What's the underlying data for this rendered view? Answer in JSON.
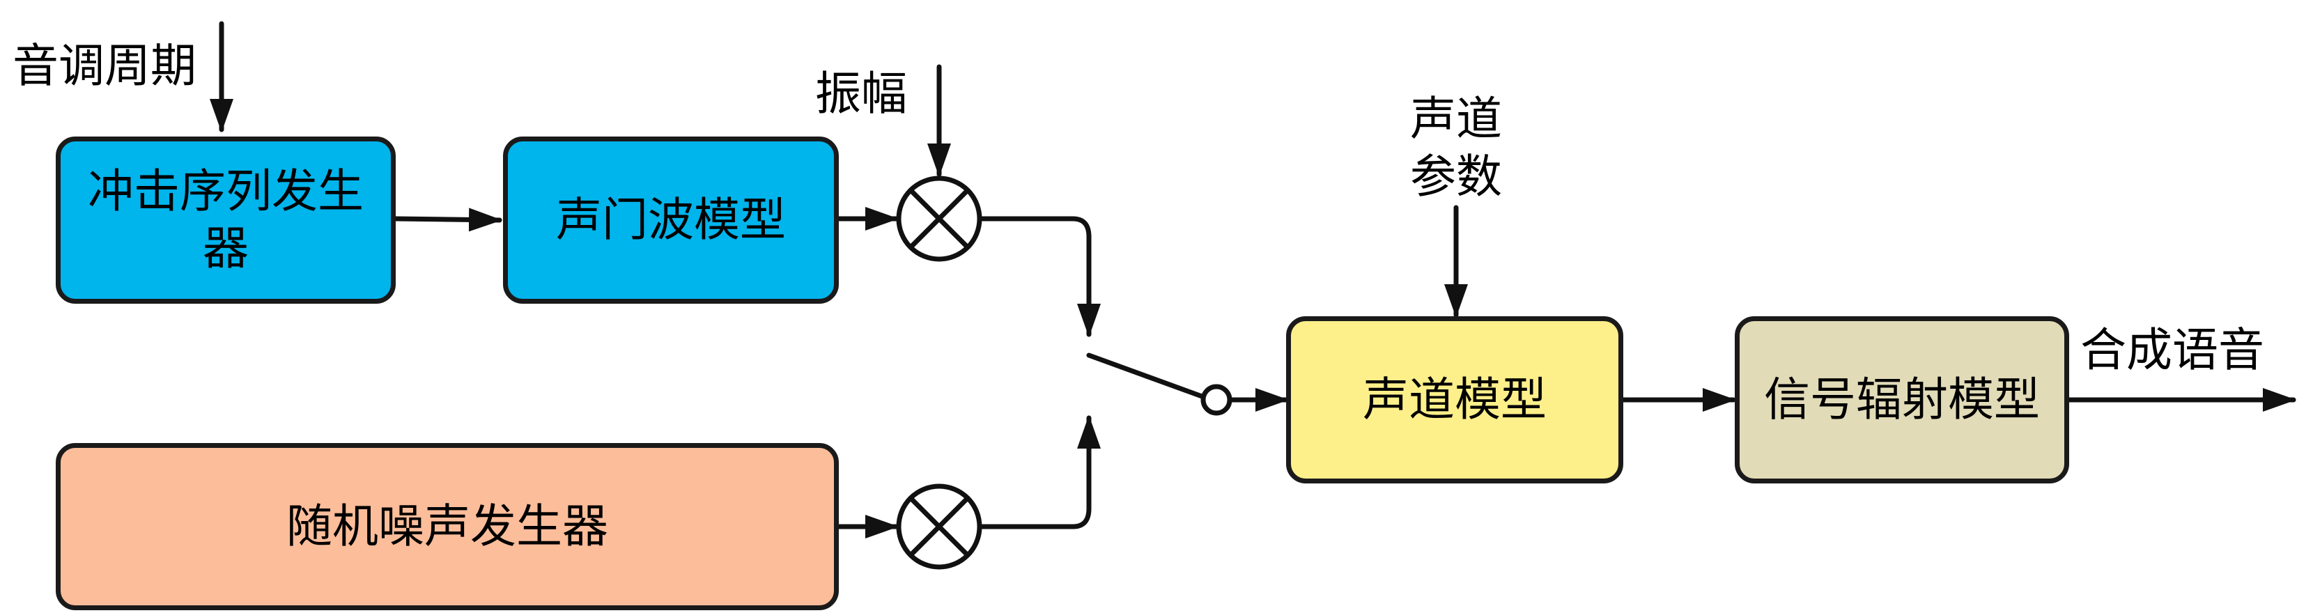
{
  "colors": {
    "blue": "#00b4ec",
    "salmon": "#fcbd9a",
    "yellow": "#fdef8a",
    "tan": "#e2dbb8",
    "stroke": "#1a1a1a"
  },
  "blocks": {
    "pulse_generator": "冲击序列发生器",
    "glottal_model": "声门波模型",
    "noise_generator": "随机噪声发生器",
    "vocal_tract_model": "声道模型",
    "radiation_model": "信号辐射模型"
  },
  "inputs": {
    "pitch_period": "音调周期",
    "amplitude": "振幅",
    "vocal_tract_params_line1": "声道",
    "vocal_tract_params_line2": "参数"
  },
  "output": {
    "synthesized_speech": "合成语音"
  },
  "symbols": {
    "multiplier": "multiplier-symbol",
    "switch": "switch-symbol"
  }
}
